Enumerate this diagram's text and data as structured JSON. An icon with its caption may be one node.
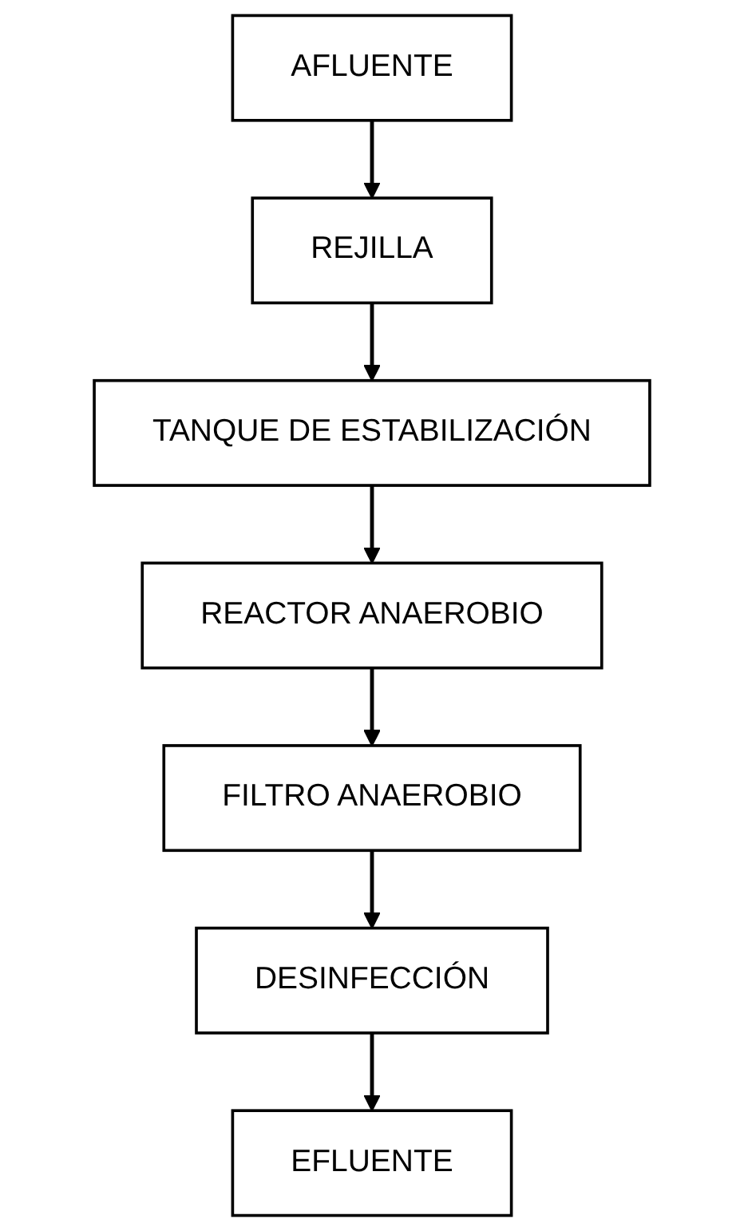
{
  "diagram": {
    "nodes": [
      {
        "text": [
          "AFLUENTE"
        ]
      },
      {
        "text": [
          "REJILLA"
        ]
      },
      {
        "text": [
          "TANQUE DE ESTABILIZACIÓN"
        ]
      },
      {
        "text": [
          "REACTOR ANAEROBIO"
        ]
      },
      {
        "text": [
          "FILTRO ANAEROBIO"
        ]
      },
      {
        "text": [
          "DESINFECCIÓN"
        ]
      },
      {
        "text": [
          "EFLUENTE"
        ]
      }
    ],
    "edges": [
      {
        "from": 0,
        "to": 1,
        "arrow": "to"
      },
      {
        "from": 1,
        "to": 2,
        "arrow": "to"
      },
      {
        "from": 2,
        "to": 3,
        "arrow": "to"
      },
      {
        "from": 3,
        "to": 4,
        "arrow": "to"
      },
      {
        "from": 4,
        "to": 5,
        "arrow": "to"
      },
      {
        "from": 5,
        "to": 6,
        "arrow": "to"
      }
    ]
  }
}
